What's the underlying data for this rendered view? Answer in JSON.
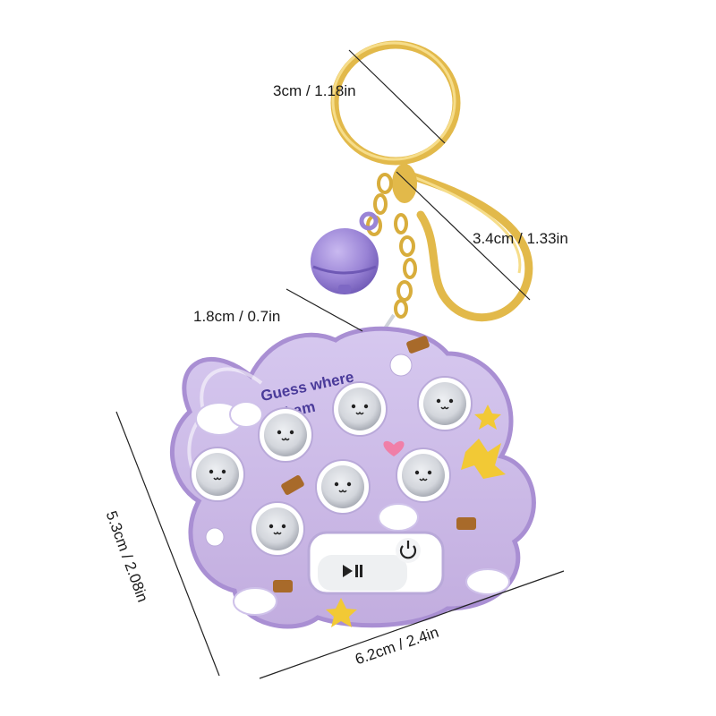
{
  "product": {
    "title_line1": "Guess where",
    "title_line2": "I am"
  },
  "dimensions": {
    "ring": "3cm / 1.18in",
    "clasp": "3.4cm / 1.33in",
    "chain": "1.8cm / 0.7in",
    "height": "5.3cm / 2.08in",
    "width": "6.2cm / 2.4in"
  },
  "controls": {
    "play_pause_icon": "play-pause-icon",
    "power_icon": "power-icon"
  },
  "colors": {
    "body": "#c9b6e6",
    "body_edge": "#a98fd3",
    "ring": "#e2b94a",
    "bell": "#9d86d6",
    "title": "#4a3b9a",
    "button": "#c8cbd2"
  }
}
